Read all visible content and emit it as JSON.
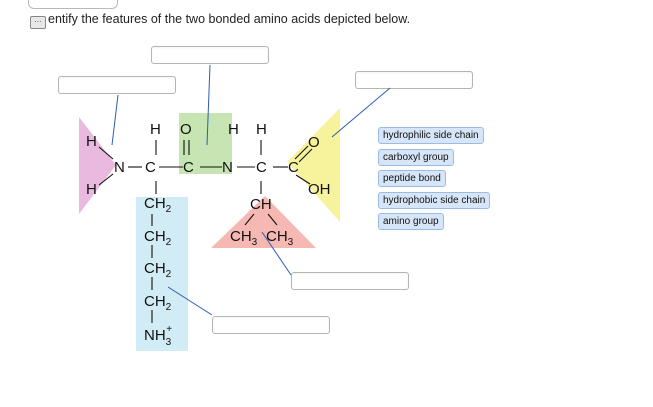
{
  "question": {
    "icon": "speech-bubble-icon",
    "text": "entify the features of the two bonded amino acids depicted below."
  },
  "labels": [
    {
      "text": "hydrophilic side chain"
    },
    {
      "text": "carboxyl group"
    },
    {
      "text": "peptide bond"
    },
    {
      "text": "hydrophobic side chain"
    },
    {
      "text": "amino group"
    }
  ],
  "molecule": {
    "h": "H",
    "n": "N",
    "c": "C",
    "o": "O",
    "oh": "OH",
    "ch": "CH",
    "ch2": "CH",
    "sub2": "2",
    "ch3": "CH",
    "sub3": "3",
    "nh3": "NH",
    "plus": "+"
  },
  "colors": {
    "amino": "#e9b9e0",
    "peptide": "#c7e4b3",
    "carboxyl": "#f7f29c",
    "hydrophobic": "#f6b8b2",
    "hydrophilic": "#d1ecf4",
    "line": "#2a5db0"
  }
}
